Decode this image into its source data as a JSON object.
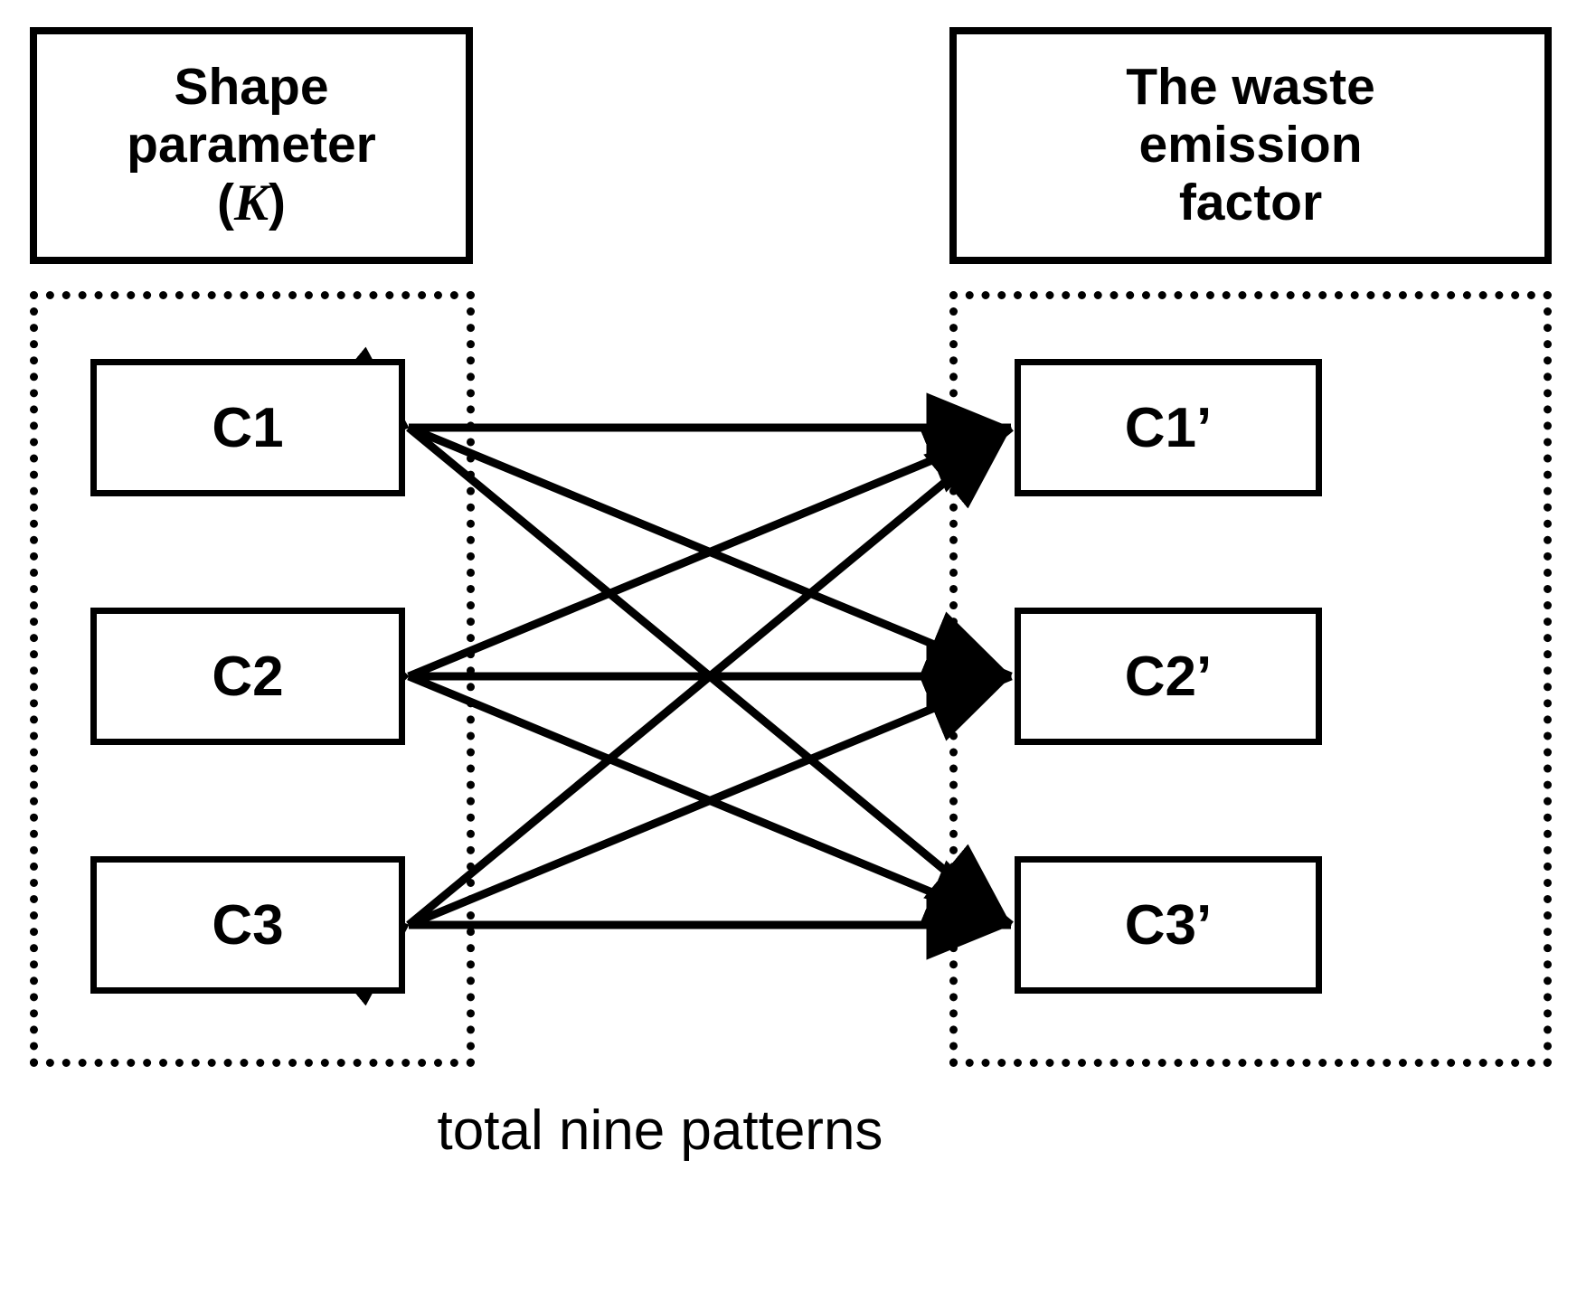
{
  "diagram": {
    "headers": {
      "left": {
        "line1": "Shape",
        "line2": "parameter",
        "line3_open": "(",
        "line3_symbol": "K",
        "line3_close": ")"
      },
      "right": {
        "line1": "The waste",
        "line2": "emission",
        "line3": "factor"
      }
    },
    "left_nodes": [
      {
        "label": "C1"
      },
      {
        "label": "C2"
      },
      {
        "label": "C3"
      }
    ],
    "right_nodes": [
      {
        "label": "C1’"
      },
      {
        "label": "C2’"
      },
      {
        "label": "C3’"
      }
    ],
    "caption": "total nine patterns",
    "colors": {
      "stroke": "#000000",
      "background": "#ffffff"
    },
    "connections": [
      {
        "from": "C1",
        "to": "C1’"
      },
      {
        "from": "C1",
        "to": "C2’"
      },
      {
        "from": "C1",
        "to": "C3’"
      },
      {
        "from": "C2",
        "to": "C1’"
      },
      {
        "from": "C2",
        "to": "C2’"
      },
      {
        "from": "C2",
        "to": "C3’"
      },
      {
        "from": "C3",
        "to": "C1’"
      },
      {
        "from": "C3",
        "to": "C2’"
      },
      {
        "from": "C3",
        "to": "C3’"
      }
    ],
    "connection_count": 9
  }
}
